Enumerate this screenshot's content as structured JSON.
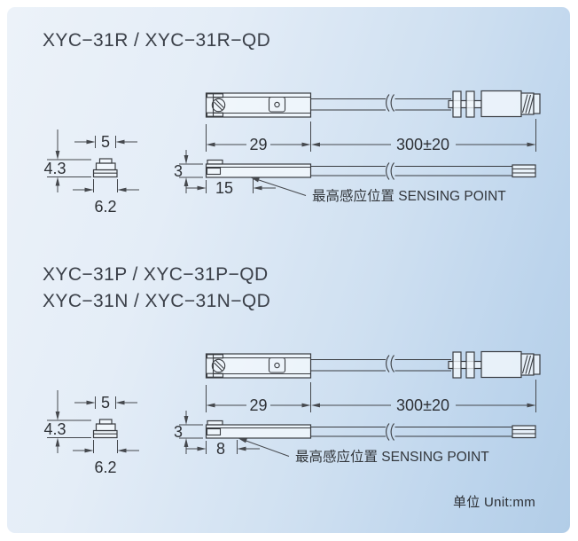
{
  "page": {
    "unit_label": "单位 Unit:mm"
  },
  "sections": [
    {
      "titles": [
        "XYC−31R / XYC−31R−QD"
      ],
      "sensing_label": "最高感应位置 SENSING POINT",
      "dims": {
        "length": "29",
        "cable": "300±20",
        "height": "3",
        "sensing": "15",
        "width_top": "5",
        "height_end": "4.3",
        "width_base": "6.2"
      }
    },
    {
      "titles": [
        "XYC−31P / XYC−31P−QD",
        "XYC−31N / XYC−31N−QD"
      ],
      "sensing_label": "最高感应位置 SENSING POINT",
      "dims": {
        "length": "29",
        "cable": "300±20",
        "height": "3",
        "sensing": "8",
        "width_top": "5",
        "height_end": "4.3",
        "width_base": "6.2"
      }
    }
  ]
}
